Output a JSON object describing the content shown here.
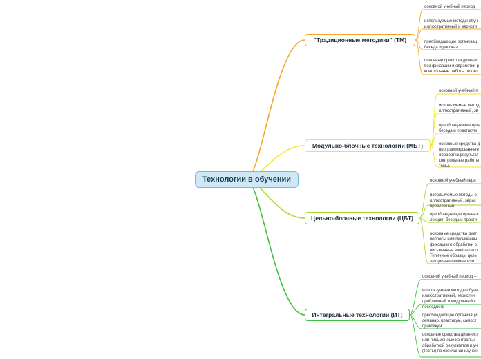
{
  "root": {
    "label": "Технологии в обучении"
  },
  "colors": {
    "root_fill": "#cfe8f5",
    "branch_tm": "#f5a623",
    "branch_mbt": "#f2e33a",
    "branch_cbt": "#a6d82e",
    "branch_it": "#3fbf3f"
  },
  "branches": [
    {
      "label": "\"Традиционные методики\" (ТМ)",
      "leaves": [
        "основной учебный период",
        "используемые методы обуч\nиллюстративный и эвристи",
        "преобладающие организац\nбеседа и рассказ",
        "основные средства диагнос\nбез фиксации и обработки р\nконтрольные работы по око"
      ]
    },
    {
      "label": "Модульно-блочные технологии (МБТ)",
      "leaves": [
        "основной учебный п",
        "используемые метод\nиллюстративный, эв",
        "преобладающие орга\nбеседа и практикум",
        "основные средства д\nпрограммированные\nобработки результат\nконтрольные работы\nтемы."
      ]
    },
    {
      "label": "Цельно-блочные технологии (ЦБТ)",
      "leaves": [
        "основной учебный пери",
        "используемые методы о\nиллюстративный, эврис\nпроблемный",
        "преобладающие организ\nлекция, беседа и практи",
        "основные средства диаг\nвопросы или письменны\nфиксации и обработки р\nписьменные зачёты по о\nТипичные образцы цель\nлекционно-семинарски"
      ]
    },
    {
      "label": "Интегральные технологии (ИТ)",
      "leaves": [
        "основной учебный период –",
        "используемые методы обуче\nиллюстративный, эвристич\nпроблемный и модульный с\nпоследнего",
        "преобладающие организаци\nсеминар, практикум, самост\nпрактикум",
        "основные средства диагност\nили письменные контрольн\nобработкой результатов и уч\n(тесты) по окончании изучен"
      ]
    }
  ]
}
